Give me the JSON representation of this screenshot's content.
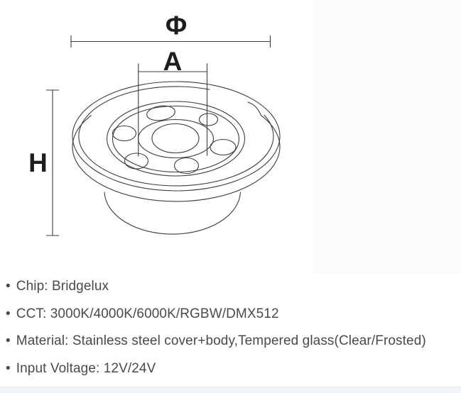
{
  "diagram": {
    "labels": {
      "diameter": "Φ",
      "hole_circle": "A",
      "height": "H"
    },
    "line_color": "#3c3c3c",
    "label_color": "#1e1e1e"
  },
  "specs": {
    "bullet": "•",
    "text_color": "#4a4a4a",
    "items": [
      "Chip: Bridgelux",
      "CCT: 3000K/4000K/6000K/RGBW/DMX512",
      "Material: Stainless steel cover+body,Tempered glass(Clear/Frosted)",
      "Input Voltage: 12V/24V"
    ]
  },
  "footer": {
    "background": "#f3f4f6"
  }
}
